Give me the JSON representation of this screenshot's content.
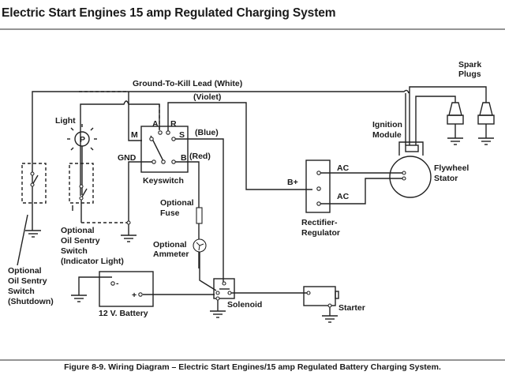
{
  "title": "Electric Start Engines 15 amp Regulated Charging System",
  "caption": "Figure 8-9.  Wiring Diagram – Electric Start Engines/15 amp Regulated Battery Charging System.",
  "labels": {
    "ground_to_kill": "Ground-To-Kill Lead (White)",
    "violet": "(Violet)",
    "blue": "(Blue)",
    "red": "(Red)",
    "light": "Light",
    "lamp_p": "P",
    "ks_a": "A",
    "ks_r": "R",
    "ks_m": "M",
    "ks_s": "S",
    "ks_gnd": "GND",
    "ks_b": "B",
    "keyswitch": "Keyswitch",
    "fuse": [
      "Optional",
      "Fuse"
    ],
    "ammeter": [
      "Optional",
      "Ammeter"
    ],
    "oil_indicator": [
      "Optional",
      "Oil Sentry",
      "Switch",
      "(Indicator Light)"
    ],
    "oil_shutdown": [
      "Optional",
      "Oil Sentry",
      "Switch",
      "(Shutdown)"
    ],
    "battery": "12 V. Battery",
    "batt_neg": "-",
    "batt_pos": "+",
    "solenoid": "Solenoid",
    "starter": "Starter",
    "b_plus": "B+",
    "ac1": "AC",
    "ac2": "AC",
    "rectifier": [
      "Rectifier-",
      "Regulator"
    ],
    "flywheel": [
      "Flywheel",
      "Stator"
    ],
    "ignition": [
      "Ignition",
      "Module"
    ],
    "spark": [
      "Spark",
      "Plugs"
    ]
  }
}
